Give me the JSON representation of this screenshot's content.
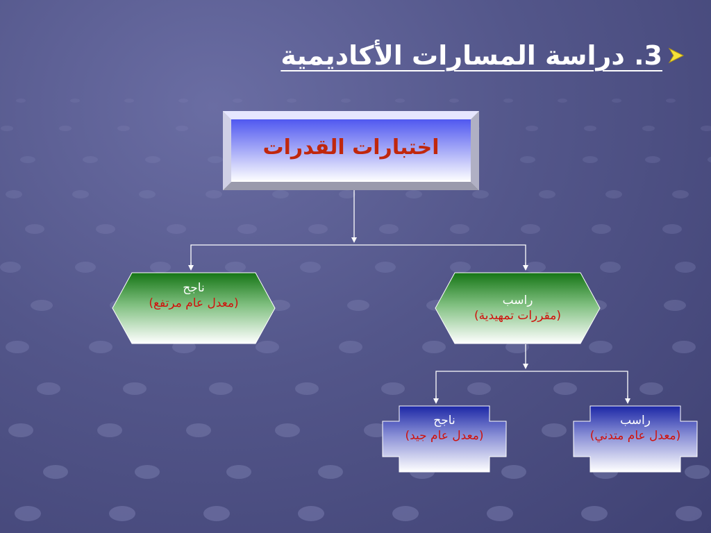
{
  "slide": {
    "title": "3. دراسة المسارات الأكاديمية",
    "bullet_icon": "arrow-bullet-icon"
  },
  "diagram": {
    "root": {
      "label": "اختبارات القدرات"
    },
    "level1": {
      "pass": {
        "status": "ناجح",
        "detail": "(معدل عام مرتفع)"
      },
      "fail": {
        "status": "راسب",
        "detail": "(مقررات تمهيدية)"
      }
    },
    "level2": {
      "pass": {
        "status": "ناجح",
        "detail": "(معدل عام جيد)"
      },
      "fail": {
        "status": "راسب",
        "detail": "(معدل عام متدني)"
      }
    }
  },
  "colors": {
    "background": "#53568a",
    "title_text": "#ffffff",
    "root_label": "#c0270d",
    "detail_text": "#d0120c",
    "green_node_top": "#1b7a1b",
    "blue_node_top": "#1f2aa8",
    "connector": "#ffffff",
    "bullet": "#f5e23a"
  }
}
